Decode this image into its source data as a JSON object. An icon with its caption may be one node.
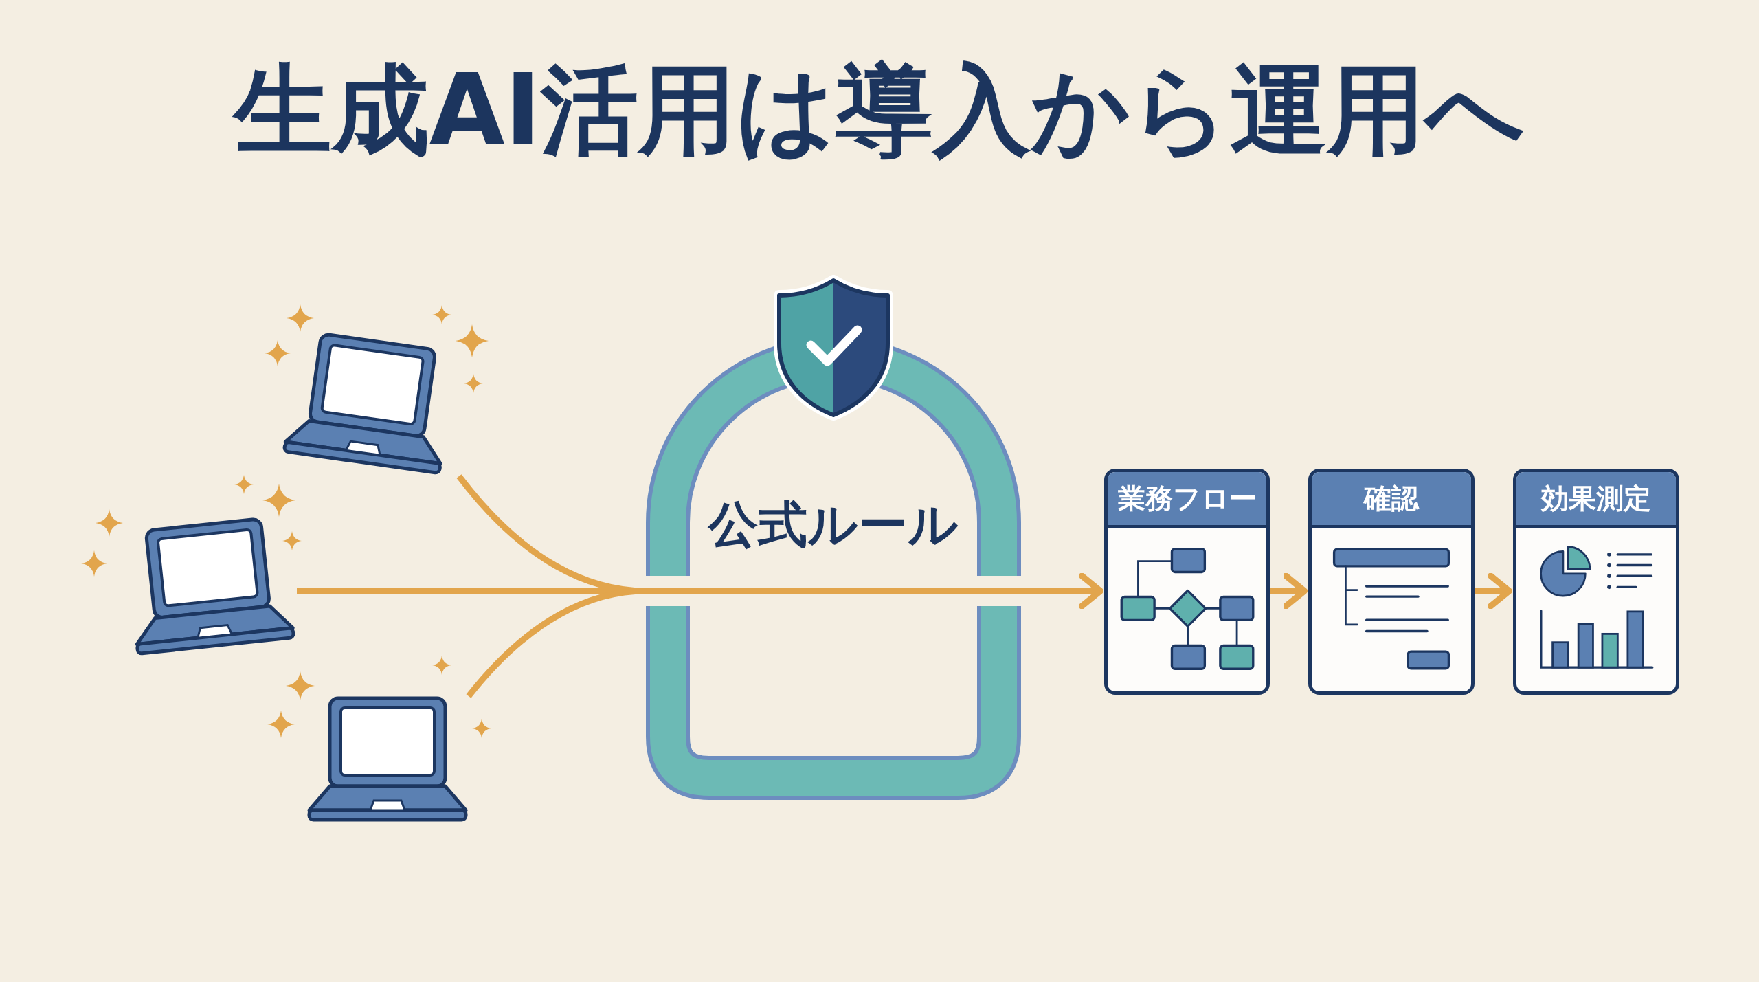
{
  "diagram": {
    "title": "生成AI活用は導入から運用へ",
    "nodes": [
      {
        "text": [],
        "shape": "picture"
      },
      {
        "text": [],
        "shape": "picture"
      },
      {
        "text": [],
        "shape": "picture"
      },
      {
        "text": [
          "公式ルール"
        ]
      },
      {
        "text": [
          "業務フロー"
        ]
      },
      {
        "text": [
          "確認"
        ]
      },
      {
        "text": [
          "効果測定"
        ]
      }
    ],
    "edges": [
      {
        "from": 0,
        "to": 3,
        "arrow": "none"
      },
      {
        "from": 1,
        "to": 3,
        "arrow": "none"
      },
      {
        "from": 2,
        "to": 3,
        "arrow": "none"
      },
      {
        "from": 3,
        "to": 4,
        "arrow": "to"
      },
      {
        "from": 4,
        "to": 5,
        "arrow": "to"
      },
      {
        "from": 5,
        "to": 6,
        "arrow": "to"
      }
    ]
  }
}
